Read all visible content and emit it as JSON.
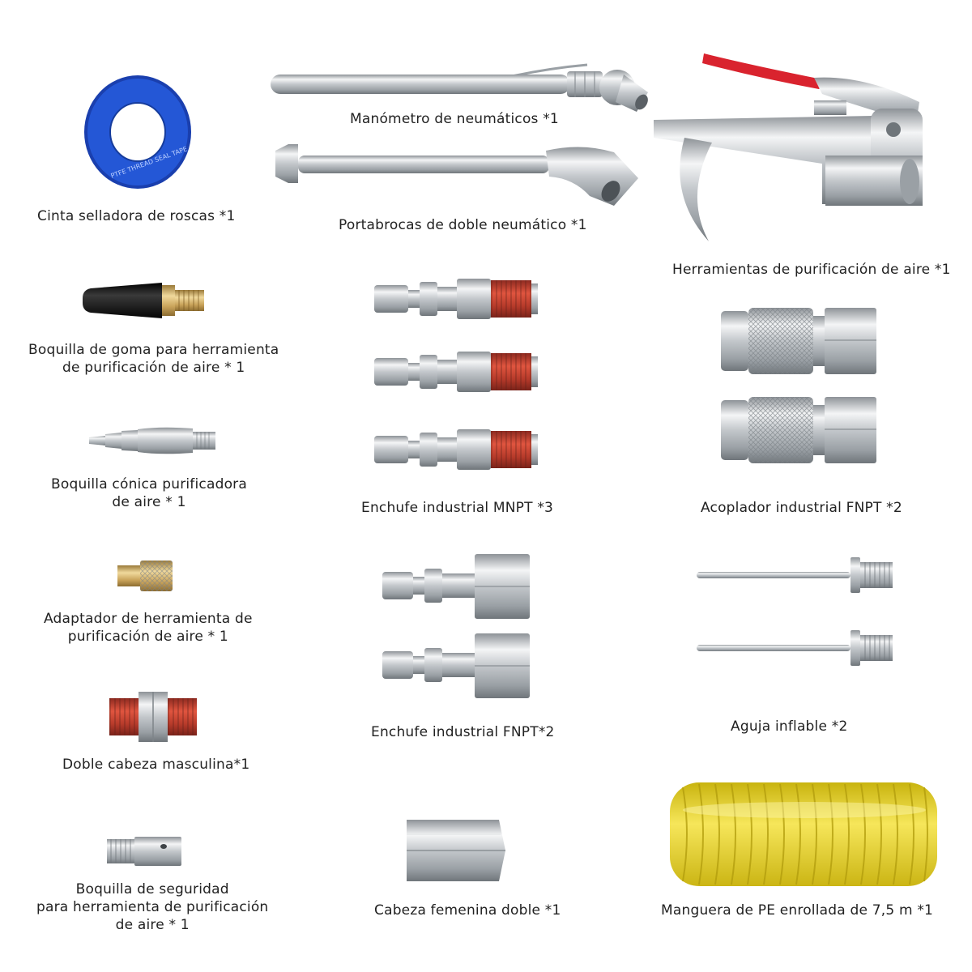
{
  "colors": {
    "background": "#ffffff",
    "chrome": "#c4c8cc",
    "thread_red": "#c0392b",
    "tape_blue": "#1f4fc4",
    "trigger_red": "#d9232e",
    "brass": "#c9a35a",
    "hose_yellow": "#e8d21a",
    "rubber_black": "#1a1a1a"
  },
  "items": {
    "thread_tape": {
      "label": "Cinta selladora de roscas *1",
      "print": "PTFE THREAD SEAL TAPE",
      "icon": "ptfe-tape-icon"
    },
    "tire_gauge": {
      "label": "Manómetro de neumáticos *1",
      "icon": "tire-gauge-icon"
    },
    "dual_chuck": {
      "label": "Portabrocas de doble neumático *1",
      "icon": "dual-chuck-icon"
    },
    "blow_gun": {
      "label": "Herramientas de purificación de aire *1",
      "icon": "blow-gun-icon"
    },
    "rubber_nozzle": {
      "line1": "Boquilla de goma para herramienta",
      "line2": "de purificación de aire * 1",
      "icon": "rubber-nozzle-icon"
    },
    "tapered_nozzle": {
      "line1": "Boquilla cónica purificadora",
      "line2": "de aire * 1",
      "icon": "tapered-nozzle-icon"
    },
    "adapter": {
      "line1": "Adaptador de herramienta de",
      "line2": "purificación de aire * 1",
      "icon": "brass-adapter-icon"
    },
    "male_hex": {
      "label": "Doble cabeza masculina*1",
      "icon": "hex-nipple-icon"
    },
    "safety_nozzle": {
      "line1": "Boquilla de seguridad",
      "line2": "para herramienta de purificación",
      "line3": "de aire * 1",
      "icon": "safety-nozzle-icon"
    },
    "mnpt_plug": {
      "label": "Enchufe industrial MNPT *3",
      "icon": "mnpt-plug-icon"
    },
    "fnpt_plug": {
      "label": "Enchufe industrial FNPT*2",
      "icon": "fnpt-plug-icon"
    },
    "female_coupler": {
      "label": "Cabeza femenina doble *1",
      "icon": "female-coupler-icon"
    },
    "fnpt_coupler": {
      "label": "Acoplador industrial FNPT *2",
      "icon": "fnpt-coupler-icon"
    },
    "needle": {
      "label": "Aguja inflable *2",
      "icon": "inflation-needle-icon"
    },
    "hose": {
      "label": "Manguera de PE enrollada de 7,5 m *1",
      "icon": "coiled-hose-icon"
    }
  }
}
